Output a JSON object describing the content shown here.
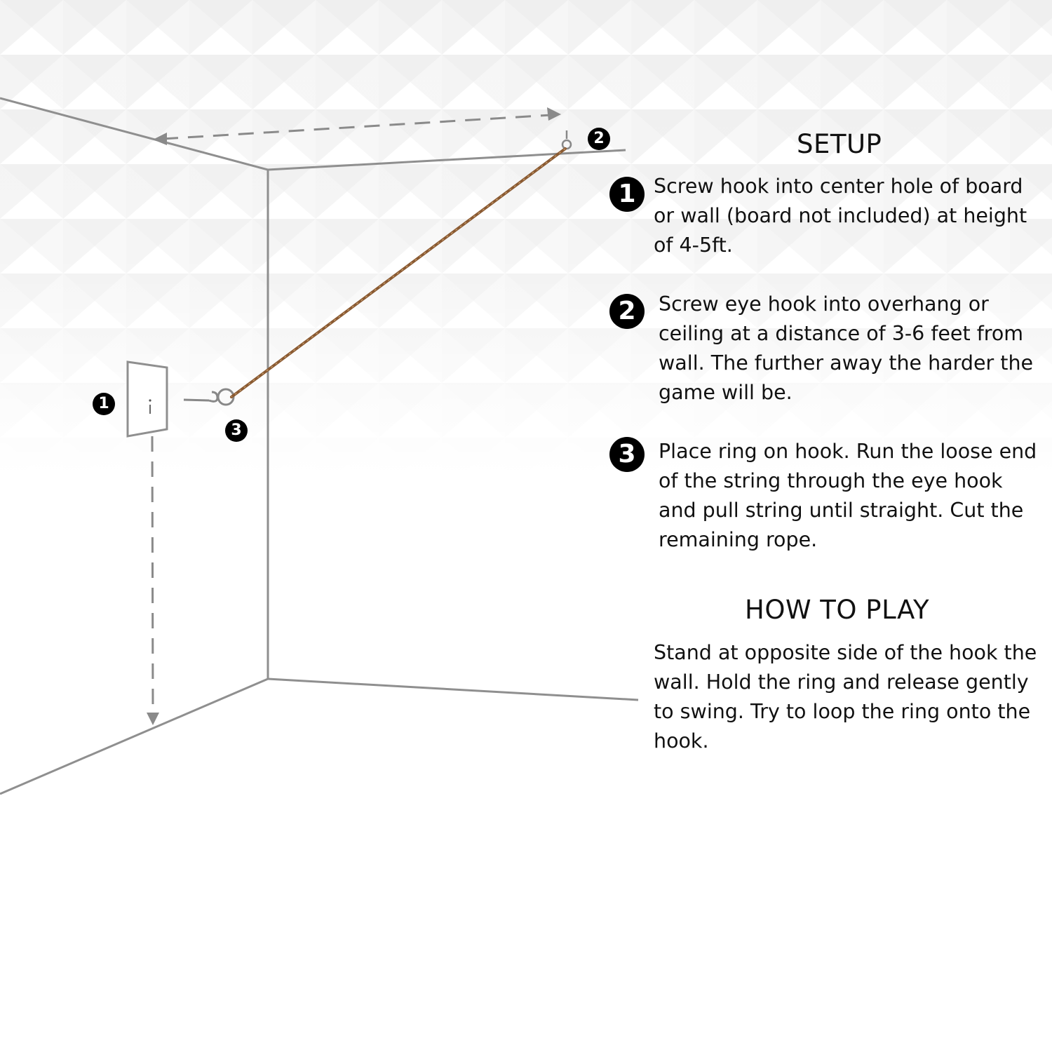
{
  "setup": {
    "heading": "SETUP",
    "steps": [
      {
        "number": "1",
        "text": "Screw hook into center hole of board or wall (board not included) at height of 4-5ft."
      },
      {
        "number": "2",
        "text": "Screw eye hook into overhang or ceiling at a distance of 3-6 feet from wall. The further away the harder the game will be."
      },
      {
        "number": "3",
        "text": "Place ring on hook. Run the loose end of the string through the eye hook and pull string until straight. Cut the remaining rope."
      }
    ]
  },
  "how_to_play": {
    "heading": "HOW TO PLAY",
    "text": "Stand at opposite side of the hook the wall. Hold the ring and release gently to swing. Try to loop the ring onto the hook."
  },
  "diagram": {
    "markers": {
      "board": "1",
      "eye_hook": "2",
      "ring": "3"
    },
    "colors": {
      "wall_line": "#8f8f8f",
      "dashed_arrow": "#8a8a8a",
      "rope": "#8a5a32",
      "pattern": "#f1f1f1"
    }
  }
}
